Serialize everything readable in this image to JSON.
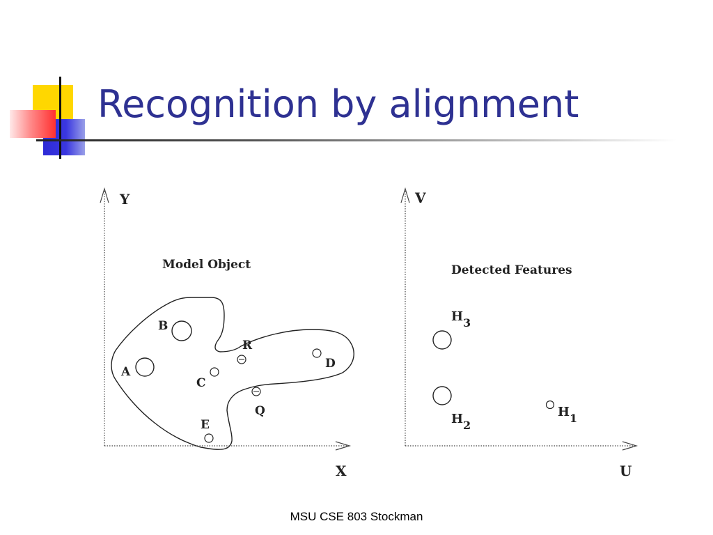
{
  "slide": {
    "title": "Recognition by alignment",
    "footer": "MSU CSE 803 Stockman"
  },
  "model_panel": {
    "y_axis_label": "Y",
    "x_axis_label": "X",
    "caption": "Model Object",
    "points": {
      "A": "A",
      "B": "B",
      "C": "C",
      "D": "D",
      "E": "E",
      "R": "R",
      "Q": "Q"
    }
  },
  "features_panel": {
    "v_axis_label": "V",
    "u_axis_label": "U",
    "caption": "Detected Features",
    "points": {
      "H1_base": "H",
      "H1_sub": "1",
      "H2_base": "H",
      "H2_sub": "2",
      "H3_base": "H",
      "H3_sub": "3"
    }
  },
  "colors": {
    "title": "#2e3192",
    "accent_yellow": "#ffd700",
    "accent_blue": "#2d2ad6",
    "accent_red": "#ff3030"
  }
}
